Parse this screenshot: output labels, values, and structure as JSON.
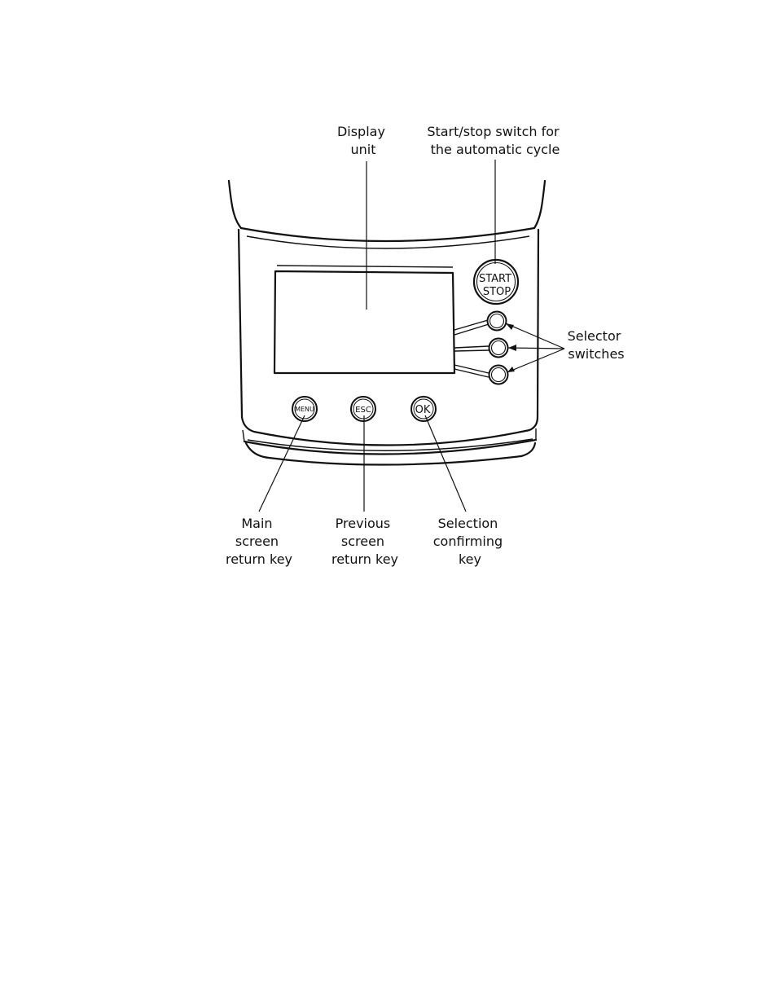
{
  "labels": {
    "display_unit": [
      "Display",
      "unit"
    ],
    "start_stop_switch": [
      "Start/stop switch for",
      "the automatic cycle"
    ],
    "selector_switches": [
      "Selector",
      "switches"
    ],
    "main_screen_return_key": [
      "Main",
      "screen",
      "return key"
    ],
    "previous_screen_return_key": [
      "Previous",
      "screen",
      "return key"
    ],
    "selection_confirming_key": [
      "Selection",
      "confirming",
      "key"
    ]
  },
  "buttons": {
    "start_stop": [
      "START",
      "STOP"
    ],
    "menu": "MENU",
    "esc": "ESC",
    "ok": "OK"
  }
}
